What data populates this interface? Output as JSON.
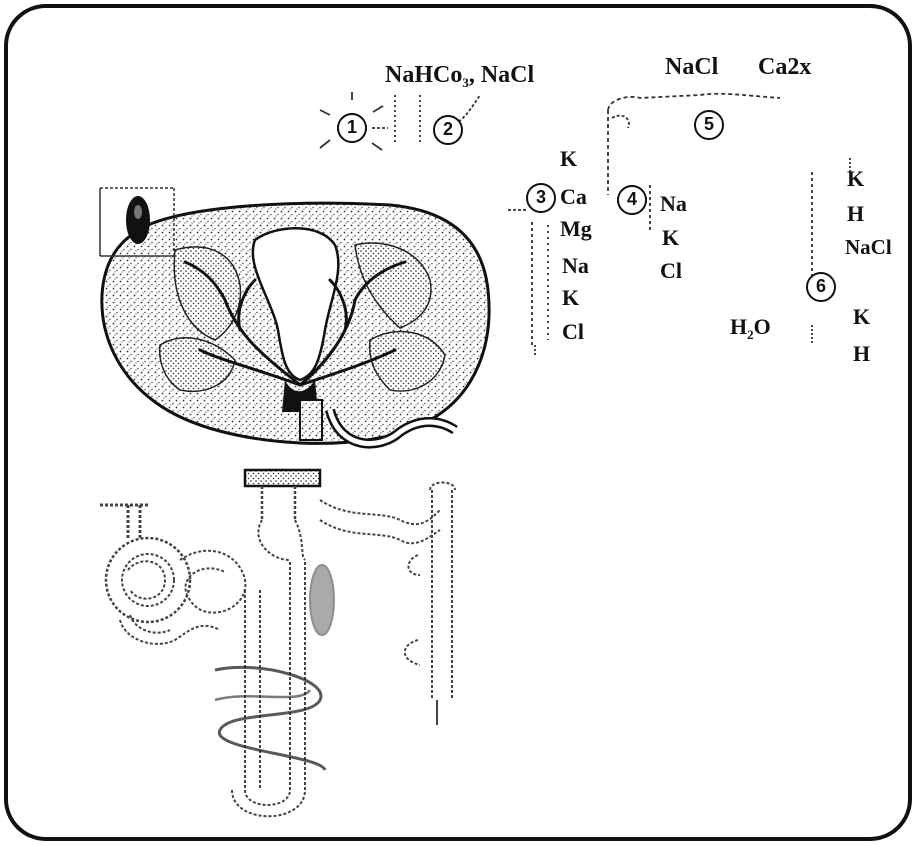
{
  "labels": {
    "top_left": "NaHCo",
    "top_left_sub": "3",
    "top_left_tail": ", NaCl",
    "top_right_1": "NaCl",
    "top_right_2": "Ca2x",
    "seg3": [
      "K",
      "Ca",
      "Mg",
      "Na",
      "K",
      "Cl"
    ],
    "seg4": [
      "Na",
      "K",
      "Cl"
    ],
    "seg6_top": [
      "K",
      "H",
      "NaCl"
    ],
    "seg6_bottom": [
      "K",
      "H"
    ],
    "water": "H",
    "water_sub": "2",
    "water_tail": "O"
  },
  "markers": [
    "1",
    "2",
    "3",
    "4",
    "5",
    "6"
  ],
  "colors": {
    "ink": "#111111",
    "border": "#111111",
    "background": "#ffffff",
    "stipple": "#6a6a6a"
  }
}
